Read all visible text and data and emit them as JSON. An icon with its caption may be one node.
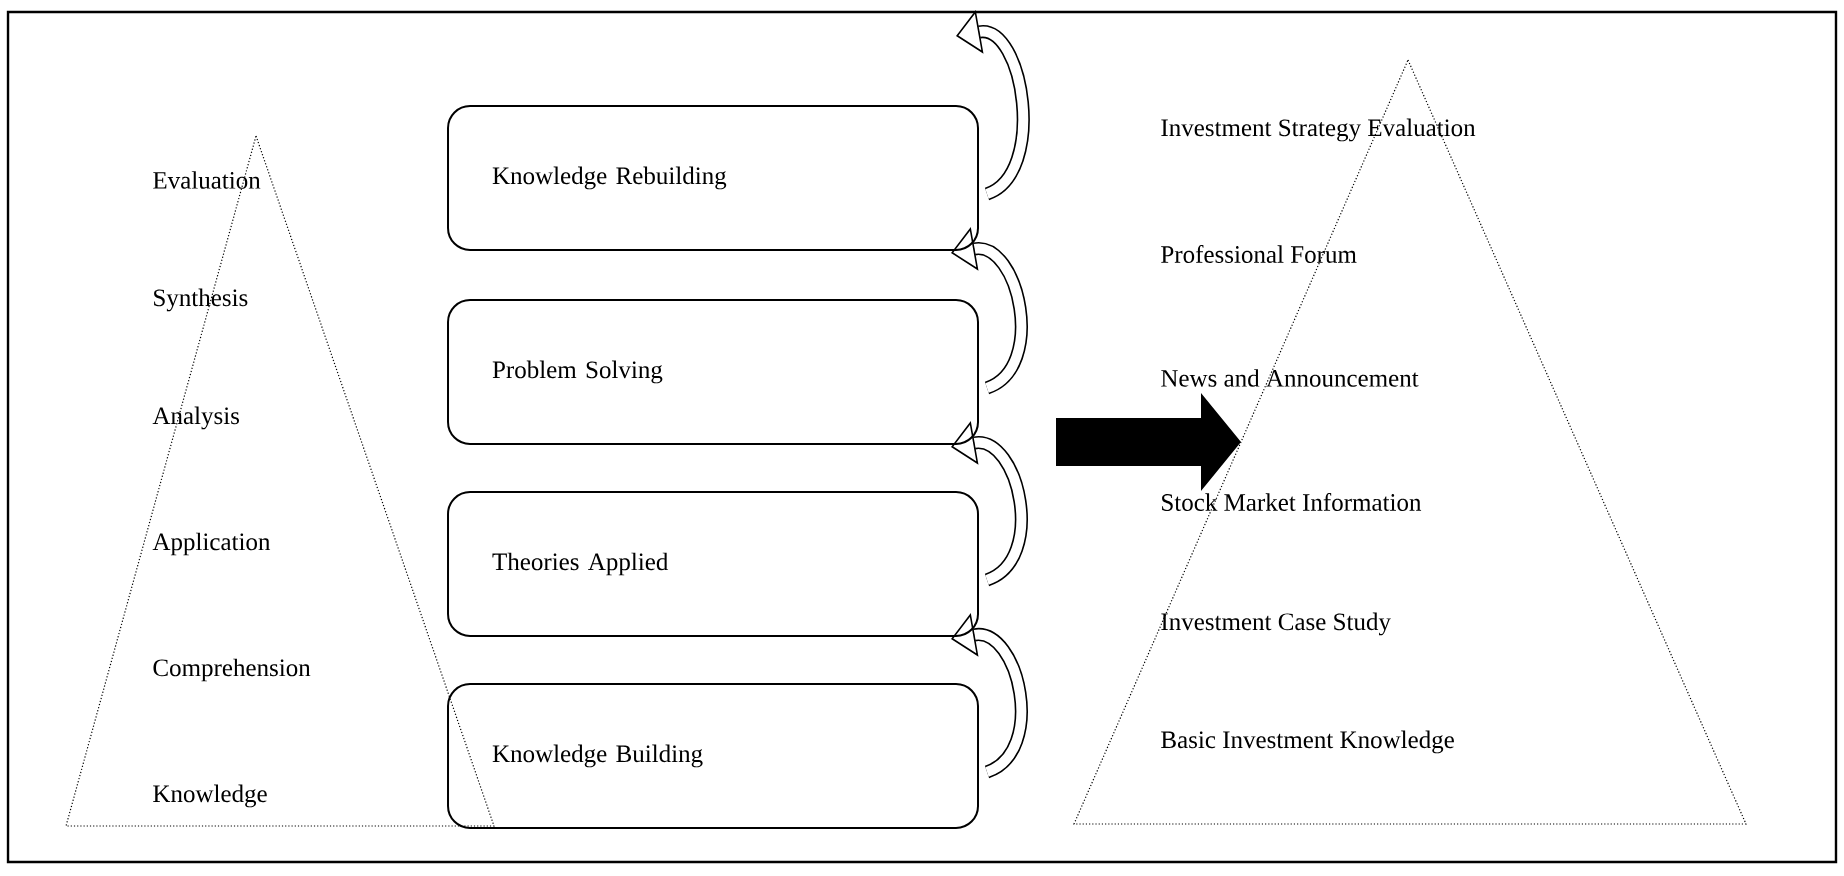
{
  "diagram": {
    "nodes": [
      {
        "text": [
          "Evaluation",
          "Synthesis",
          "Analysis",
          "Application",
          "Comprehension",
          "Knowledge"
        ]
      },
      {
        "text": [
          "Knowledge Rebuilding"
        ]
      },
      {
        "text": [
          "Problem Solving"
        ]
      },
      {
        "text": [
          "Theories Applied"
        ]
      },
      {
        "text": [
          "Knowledge Building"
        ]
      },
      {
        "text": [
          "Investment Strategy Evaluation",
          "Professional Forum",
          "News and Announcement",
          "Stock Market Information",
          "Investment Case Study",
          "Basic Investment Knowledge"
        ]
      }
    ],
    "edges": [
      {
        "from": 4,
        "to": 3,
        "arrow": "to"
      },
      {
        "from": 3,
        "to": 2,
        "arrow": "to"
      },
      {
        "from": 2,
        "to": 1,
        "arrow": "to"
      },
      {
        "from": 1,
        "to": null,
        "arrow": "to"
      },
      {
        "from": null,
        "to": 5,
        "arrow": "to",
        "style": "thick"
      }
    ]
  }
}
